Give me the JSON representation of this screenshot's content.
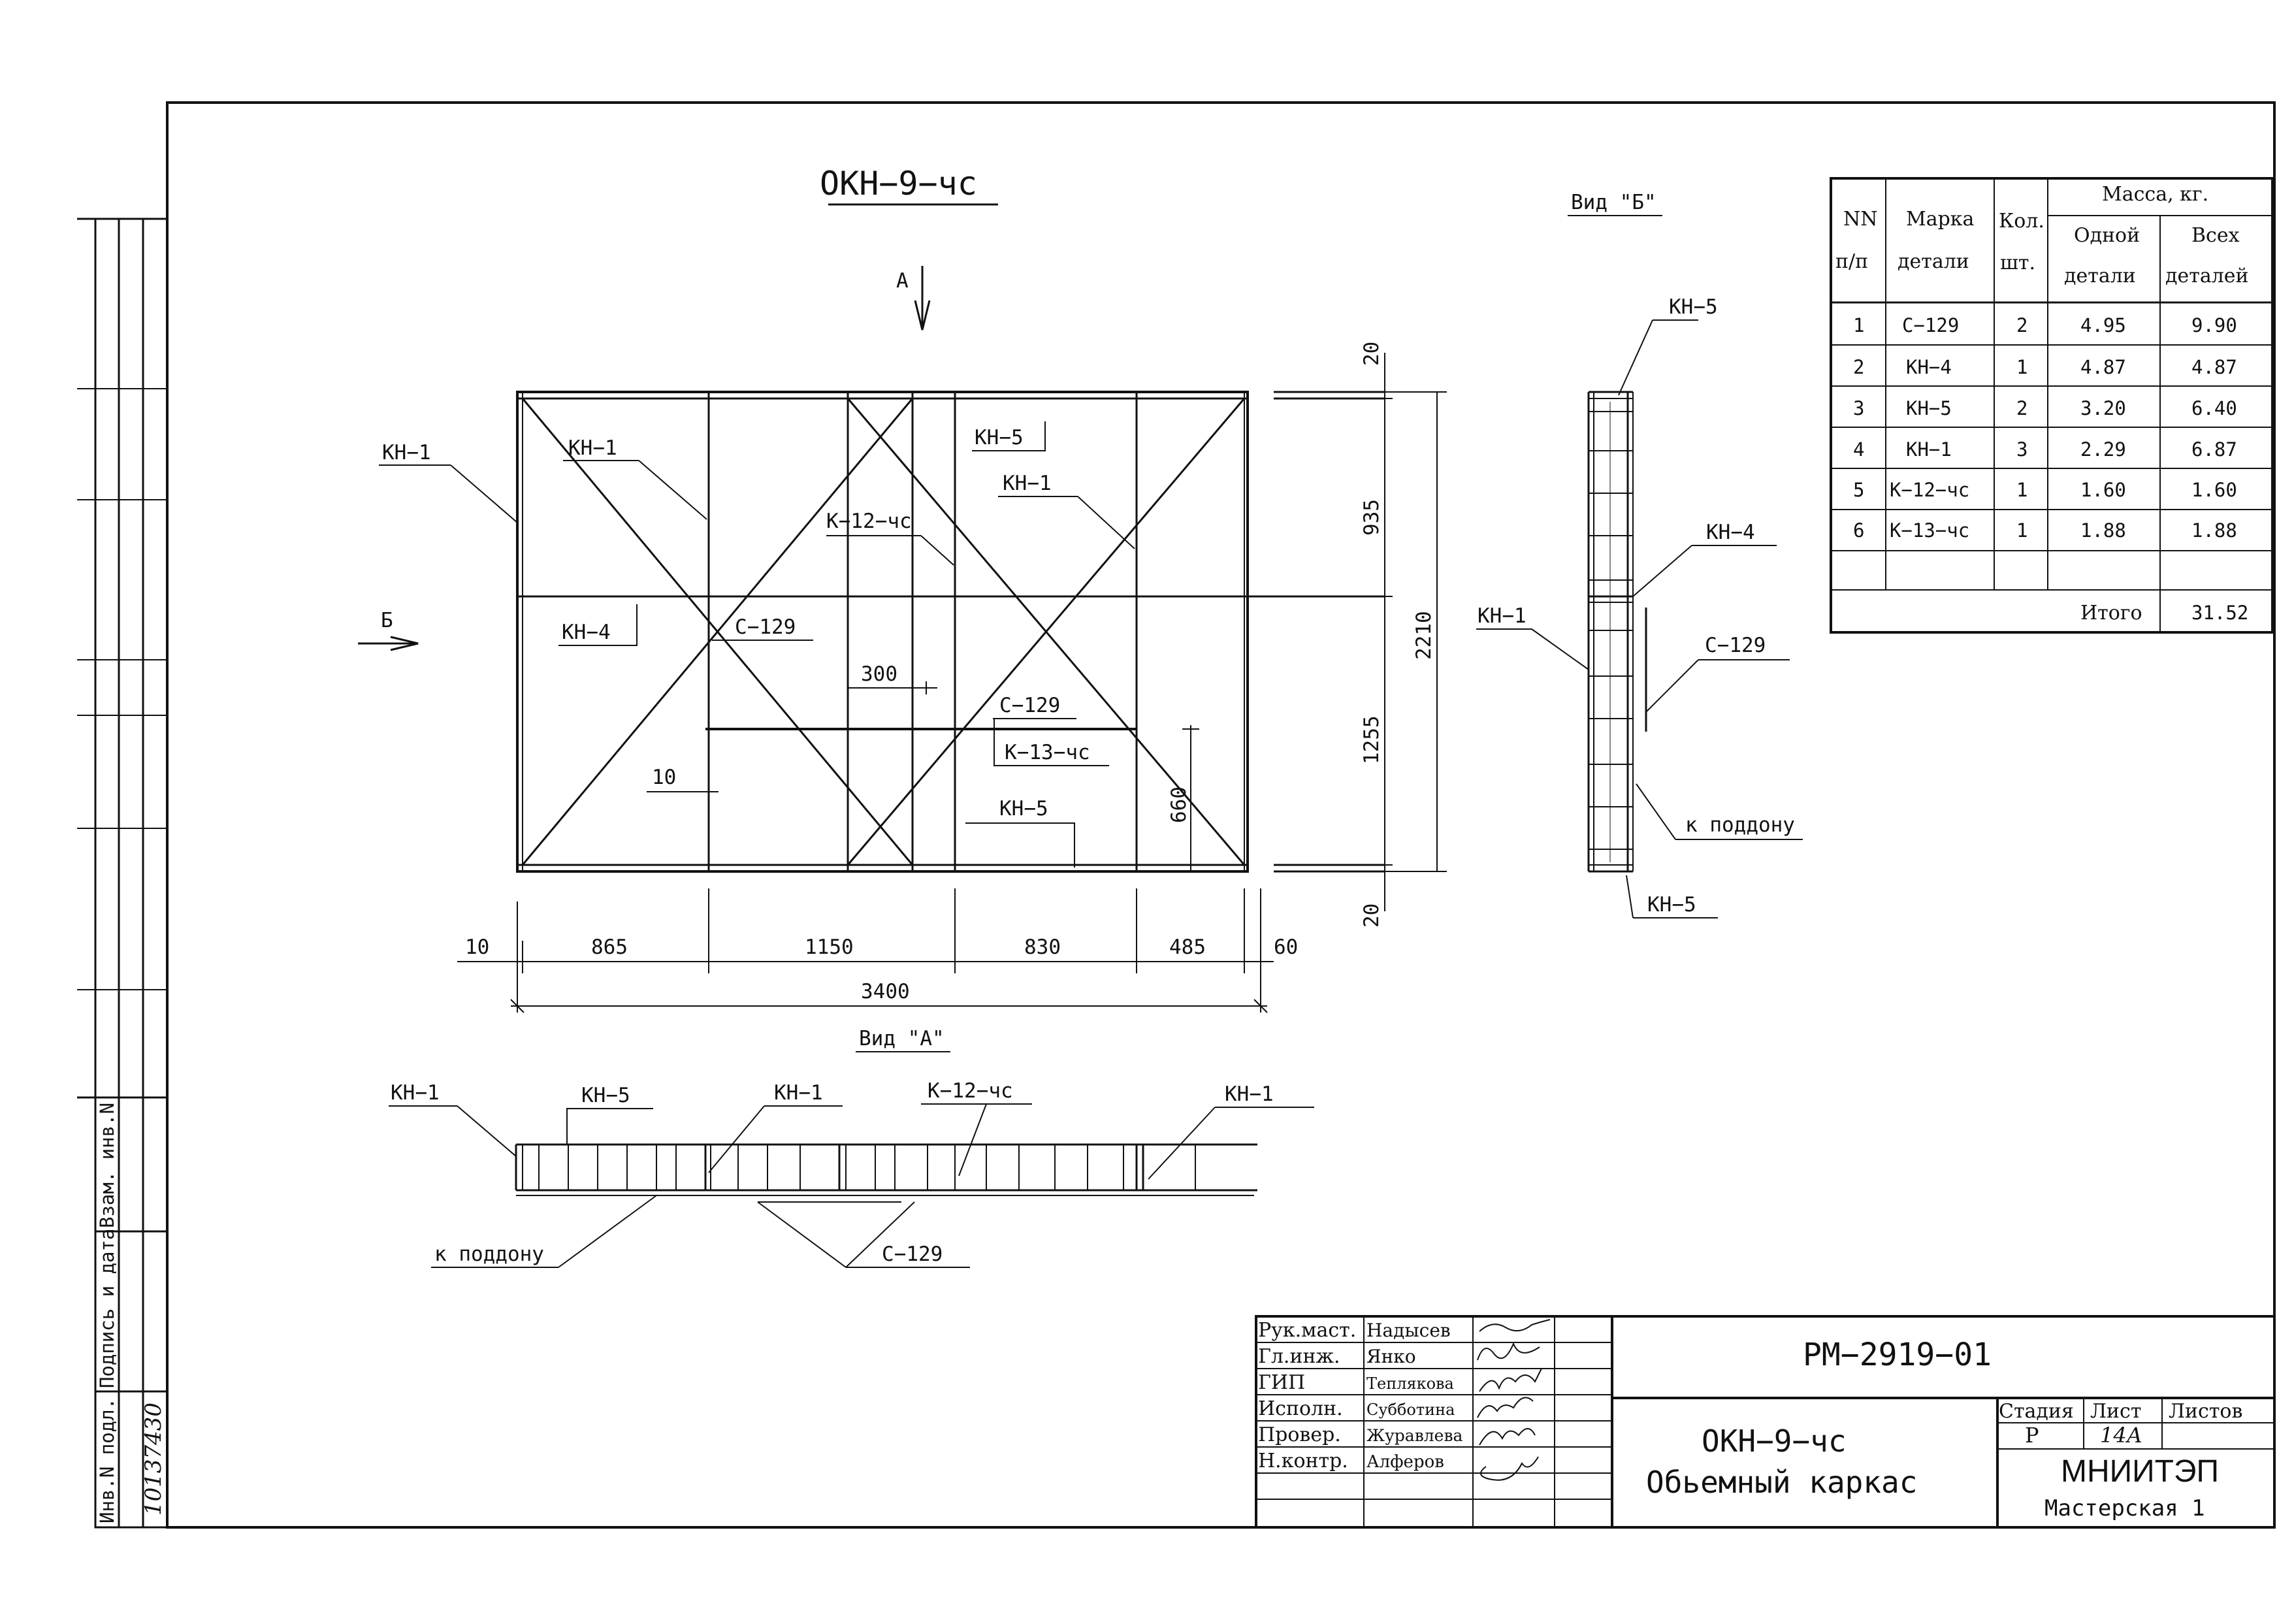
{
  "title": "ОКН−9−чс",
  "views": {
    "a": "Вид \"А\"",
    "b": "Вид \"Б\"",
    "arrow_a": "А",
    "arrow_b": "Б"
  },
  "plan_labels": {
    "kn1_left": "КН−1",
    "kn1_diag": "КН−1",
    "kn5_top": "КН−5",
    "k12": "К−12−чс",
    "kn1_right": "КН−1",
    "kn4": "КН−4",
    "c129_a": "С−129",
    "c129_b": "С−129",
    "k13": "К−13−чс",
    "kn5_bottom": "КН−5"
  },
  "plan_dims": {
    "d300": "300",
    "d10_inner": "10",
    "d660": "660",
    "h20_top": "20",
    "h935": "935",
    "h2210": "2210",
    "h1255": "1255",
    "h20_bottom": "20",
    "w10": "10",
    "w865": "865",
    "w1150": "1150",
    "w830": "830",
    "w485": "485",
    "w60": "60",
    "w3400": "3400"
  },
  "view_a_labels": {
    "kn1_a": "КН−1",
    "kn5": "КН−5",
    "kn1_b": "КН−1",
    "k12": "К−12−чс",
    "kn1_c": "КН−1",
    "pallet": "к поддону",
    "c129": "С−129"
  },
  "view_b_labels": {
    "kn5_top": "КН−5",
    "kn4": "КН−4",
    "kn1": "КН−1",
    "c129": "С−129",
    "pallet": "к поддону",
    "kn5_bottom": "КН−5"
  },
  "spec_table": {
    "header_nn": [
      "NN",
      "п/п"
    ],
    "header_mark": [
      "Марка",
      "детали"
    ],
    "header_qty": [
      "Кол.",
      "шт."
    ],
    "header_mass": "Масса, кг.",
    "header_one": [
      "Одной",
      "детали"
    ],
    "header_all": [
      "Всех",
      "деталей"
    ],
    "rows": [
      {
        "n": "1",
        "mark": "С−129",
        "qty": "2",
        "one": "4.95",
        "all": "9.90"
      },
      {
        "n": "2",
        "mark": "КН−4",
        "qty": "1",
        "one": "4.87",
        "all": "4.87"
      },
      {
        "n": "3",
        "mark": "КН−5",
        "qty": "2",
        "one": "3.20",
        "all": "6.40"
      },
      {
        "n": "4",
        "mark": "КН−1",
        "qty": "3",
        "one": "2.29",
        "all": "6.87"
      },
      {
        "n": "5",
        "mark": "К−12−чс",
        "qty": "1",
        "one": "1.60",
        "all": "1.60"
      },
      {
        "n": "6",
        "mark": "К−13−чс",
        "qty": "1",
        "one": "1.88",
        "all": "1.88"
      }
    ],
    "total_label": "Итого",
    "total_value": "31.52"
  },
  "side_stamp": {
    "inv_orig": "Инв.N подл.",
    "sign_date": "Подпись и дата",
    "replace_inv": "Взам. инв.N",
    "inv_number": "10137430"
  },
  "title_block": {
    "roles": [
      "Рук.маст.",
      "Гл.инж.",
      "ГИП",
      "Исполн.",
      "Провер.",
      "Н.контр."
    ],
    "names": [
      "Надысев",
      "Янко",
      "Теплякова",
      "Субботина",
      "Журавлева",
      "Алферов"
    ],
    "doc_code": "РМ−2919−01",
    "name_line1": "ОКН−9−чс",
    "name_line2": "Обьемный каркас",
    "stage_label": "Стадия",
    "sheet_label": "Лист",
    "sheets_label": "Листов",
    "stage_value": "Р",
    "sheet_value": "14А",
    "org": "МНИИТЭП",
    "workshop": "Мастерская 1"
  }
}
